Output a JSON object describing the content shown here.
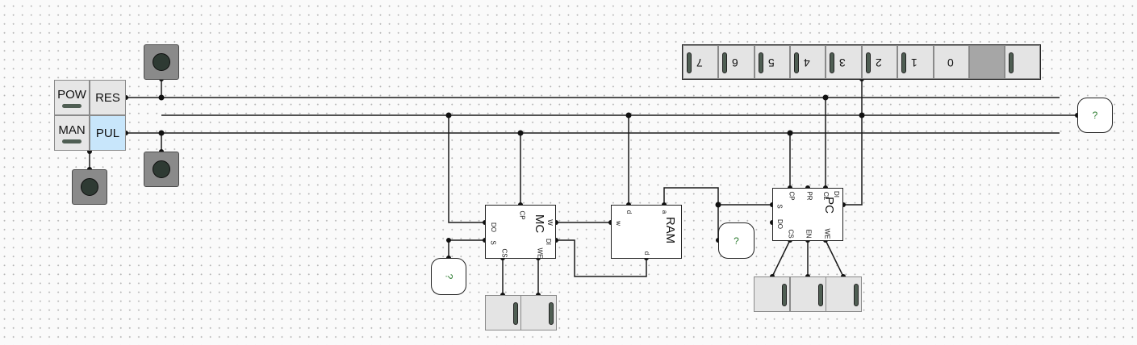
{
  "control": {
    "pow": "POW",
    "res": "RES",
    "man": "MAN",
    "pul": "PUL"
  },
  "bits": [
    "7",
    "6",
    "5",
    "4",
    "3",
    "2",
    "1",
    "0"
  ],
  "probes": [
    "?",
    "?",
    "?"
  ],
  "mc": {
    "name": "MC",
    "pins": {
      "do": "DO",
      "s": "S",
      "cp": "CP",
      "w": "W",
      "di": "DI",
      "cs": "CS",
      "we": "WE"
    }
  },
  "ram": {
    "name": "RAM",
    "pins": {
      "a": "a",
      "d_top": "d",
      "w": "w",
      "d_bottom": "d"
    }
  },
  "pc": {
    "name": "PC",
    "pins": {
      "cp": "CP",
      "pr": "PR",
      "cl": "CL",
      "di": "DI",
      "s": "S",
      "do": "DO",
      "cs": "CS",
      "en": "EN",
      "we": "WE"
    }
  },
  "colors": {
    "active_cell": "#c8e6fb",
    "led": "#4f5e53",
    "probe_text": "#2e7d32"
  }
}
